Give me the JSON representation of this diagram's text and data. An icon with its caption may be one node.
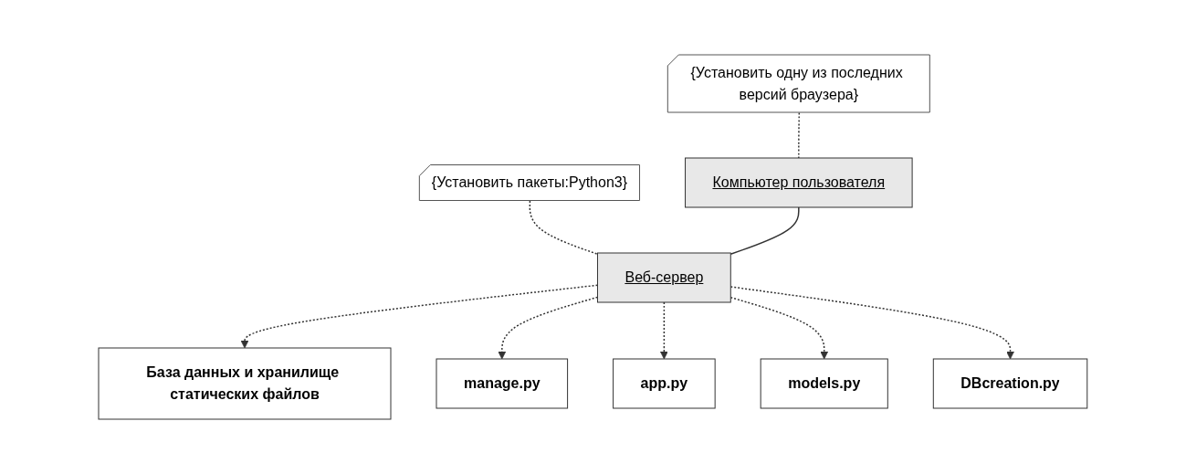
{
  "diagram": {
    "nodes": [
      {
        "text": [
          "{Установить пакеты:Python3}"
        ]
      },
      {
        "text": [
          "{Установить одну из последних версий браузера}"
        ]
      },
      {
        "text": [
          "База данных и хранилище статических файлов"
        ]
      },
      {
        "text": [
          "manage.py"
        ]
      },
      {
        "text": [
          "Веб-сервер"
        ]
      },
      {
        "text": [
          "Компьютер пользователя"
        ]
      },
      {
        "text": [
          "app.py"
        ]
      },
      {
        "text": [
          "models.py"
        ]
      },
      {
        "text": [
          "DBcreation.py"
        ]
      }
    ],
    "edges": [
      {
        "from": 0,
        "to": 4,
        "arrow": "none",
        "style": "dashed"
      },
      {
        "from": 1,
        "to": 5,
        "arrow": "none",
        "style": "dashed"
      },
      {
        "from": 4,
        "to": 2,
        "arrow": "to",
        "style": "dashed"
      },
      {
        "from": 4,
        "to": 3,
        "arrow": "to",
        "style": "dashed"
      },
      {
        "from": 4,
        "to": 5,
        "arrow": "none"
      },
      {
        "from": 4,
        "to": 6,
        "arrow": "to",
        "style": "dashed"
      },
      {
        "from": 4,
        "to": 7,
        "arrow": "to",
        "style": "dashed"
      },
      {
        "from": 4,
        "to": 8,
        "arrow": "to",
        "style": "dashed"
      }
    ]
  }
}
